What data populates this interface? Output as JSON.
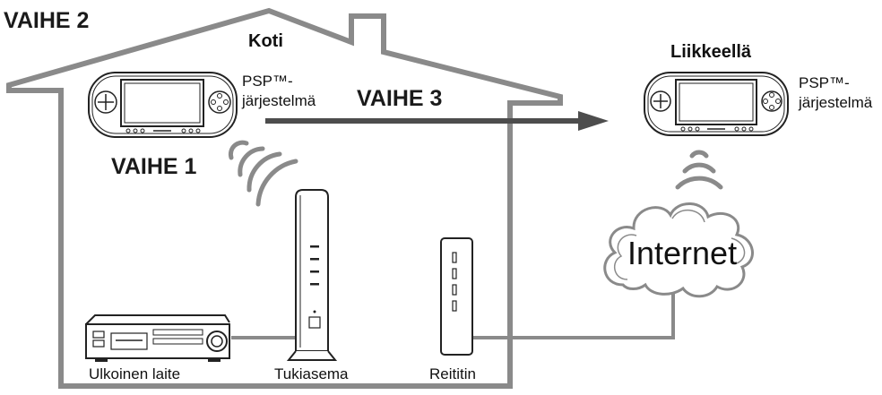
{
  "steps": {
    "step1": "VAIHE 1",
    "step2": "VAIHE 2",
    "step3": "VAIHE 3"
  },
  "labels": {
    "home": "Koti",
    "on_the_go": "Liikkeellä",
    "psp_home_line1": "PSP™-",
    "psp_home_line2": "järjestelmä",
    "psp_away_line1": "PSP™-",
    "psp_away_line2": "järjestelmä",
    "internet": "Internet",
    "external_device": "Ulkoinen laite",
    "access_point": "Tukiasema",
    "router": "Reititin"
  },
  "icons": {
    "psp_home": "psp-console-icon",
    "psp_away": "psp-console-icon",
    "vcr": "vcr-device-icon",
    "access_point": "wireless-access-point-icon",
    "router": "router-icon",
    "cloud": "internet-cloud-icon"
  },
  "colors": {
    "outline": "#8a8a8a",
    "arrow": "#4d4d4d",
    "text": "#111111"
  }
}
